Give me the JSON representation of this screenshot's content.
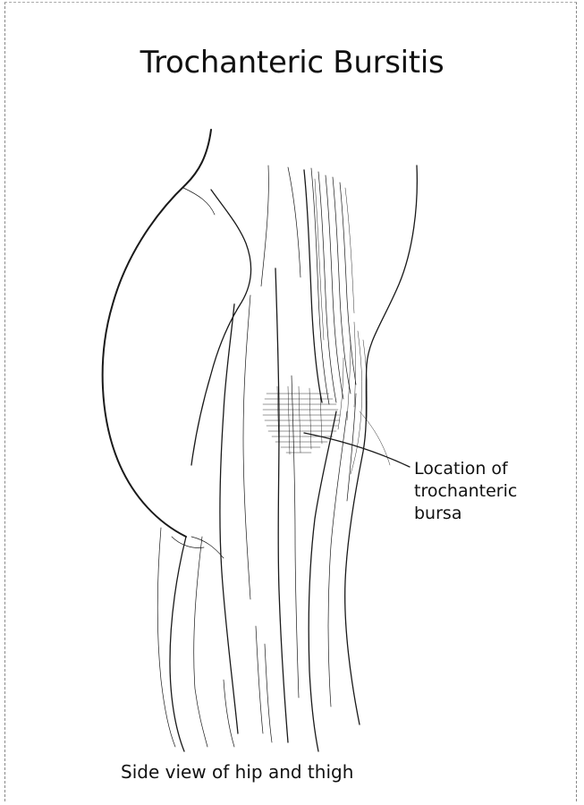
{
  "title": "Trochanteric Bursitis",
  "callout": {
    "line1": "Location of",
    "line2": "trochanteric",
    "line3": "bursa"
  },
  "caption": "Side view of hip and thigh",
  "colors": {
    "ink": "#1a1a1a",
    "background": "#ffffff"
  }
}
